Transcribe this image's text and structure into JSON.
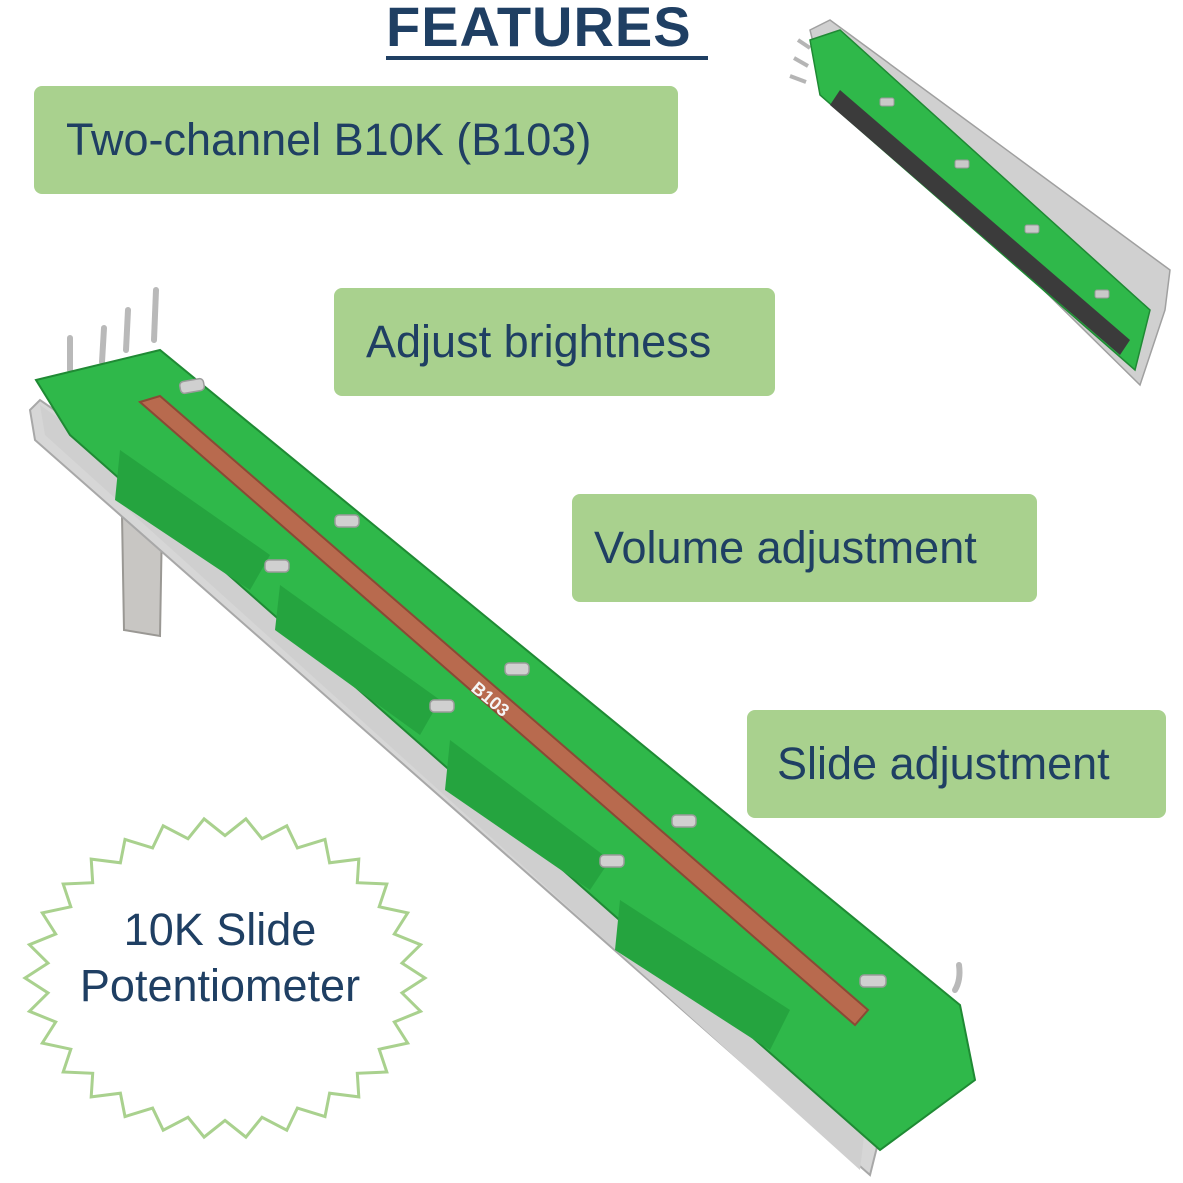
{
  "heading": "FEATURES",
  "features": [
    "Two-channel B10K (B103)",
    "Adjust brightness",
    "Volume adjustment",
    "Slide adjustment"
  ],
  "badge": {
    "line1": "10K Slide",
    "line2": "Potentiometer"
  },
  "product_marking": "B103",
  "colors": {
    "heading": "#1f3f63",
    "pill_bg": "#a9d18e",
    "body_green": "#2fb84a",
    "track_copper": "#b86a4e",
    "metal": "#c9c9c9"
  }
}
